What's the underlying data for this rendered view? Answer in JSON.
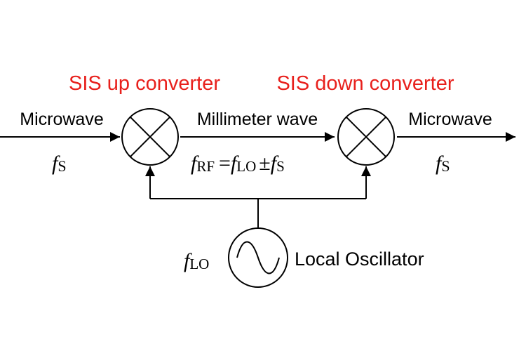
{
  "titles": {
    "up_converter": "SIS up converter",
    "down_converter": "SIS down converter"
  },
  "signals": {
    "input": {
      "name": "Microwave",
      "sym": "f",
      "sub": "S"
    },
    "middle": {
      "name": "Millimeter wave"
    },
    "output": {
      "name": "Microwave",
      "sym": "f",
      "sub": "S"
    }
  },
  "equation": {
    "lhs_sym": "f",
    "lhs_sub": "RF",
    "equals": "=",
    "lo_sym": "f",
    "lo_sub": "LO",
    "pm": "±",
    "s_sym": "f",
    "s_sub": "S"
  },
  "oscillator": {
    "label": "Local Oscillator",
    "sym": "f",
    "sub": "LO"
  },
  "colors": {
    "title": "#e8201c",
    "stroke": "#000000"
  }
}
